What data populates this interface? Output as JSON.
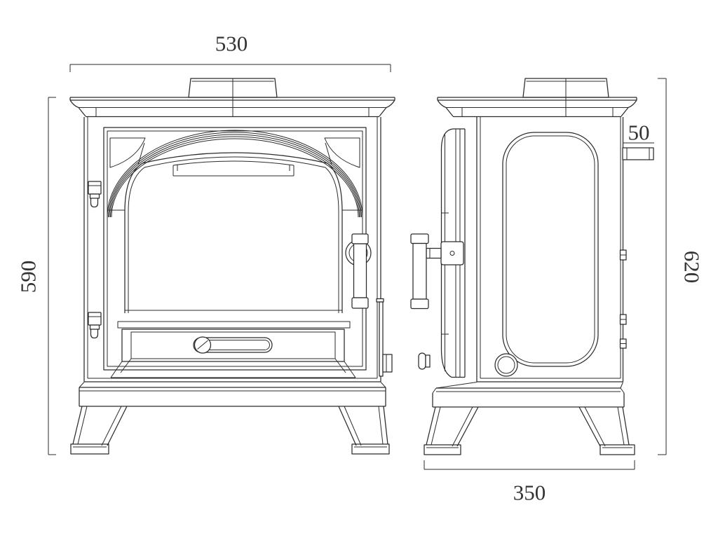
{
  "drawing": {
    "colors": {
      "line": "#2b2b2b",
      "text": "#333333",
      "background": "#ffffff"
    },
    "dimensions": {
      "width": "530",
      "height_front": "590",
      "flue_offset": "50",
      "height_total": "620",
      "depth": "350"
    }
  }
}
